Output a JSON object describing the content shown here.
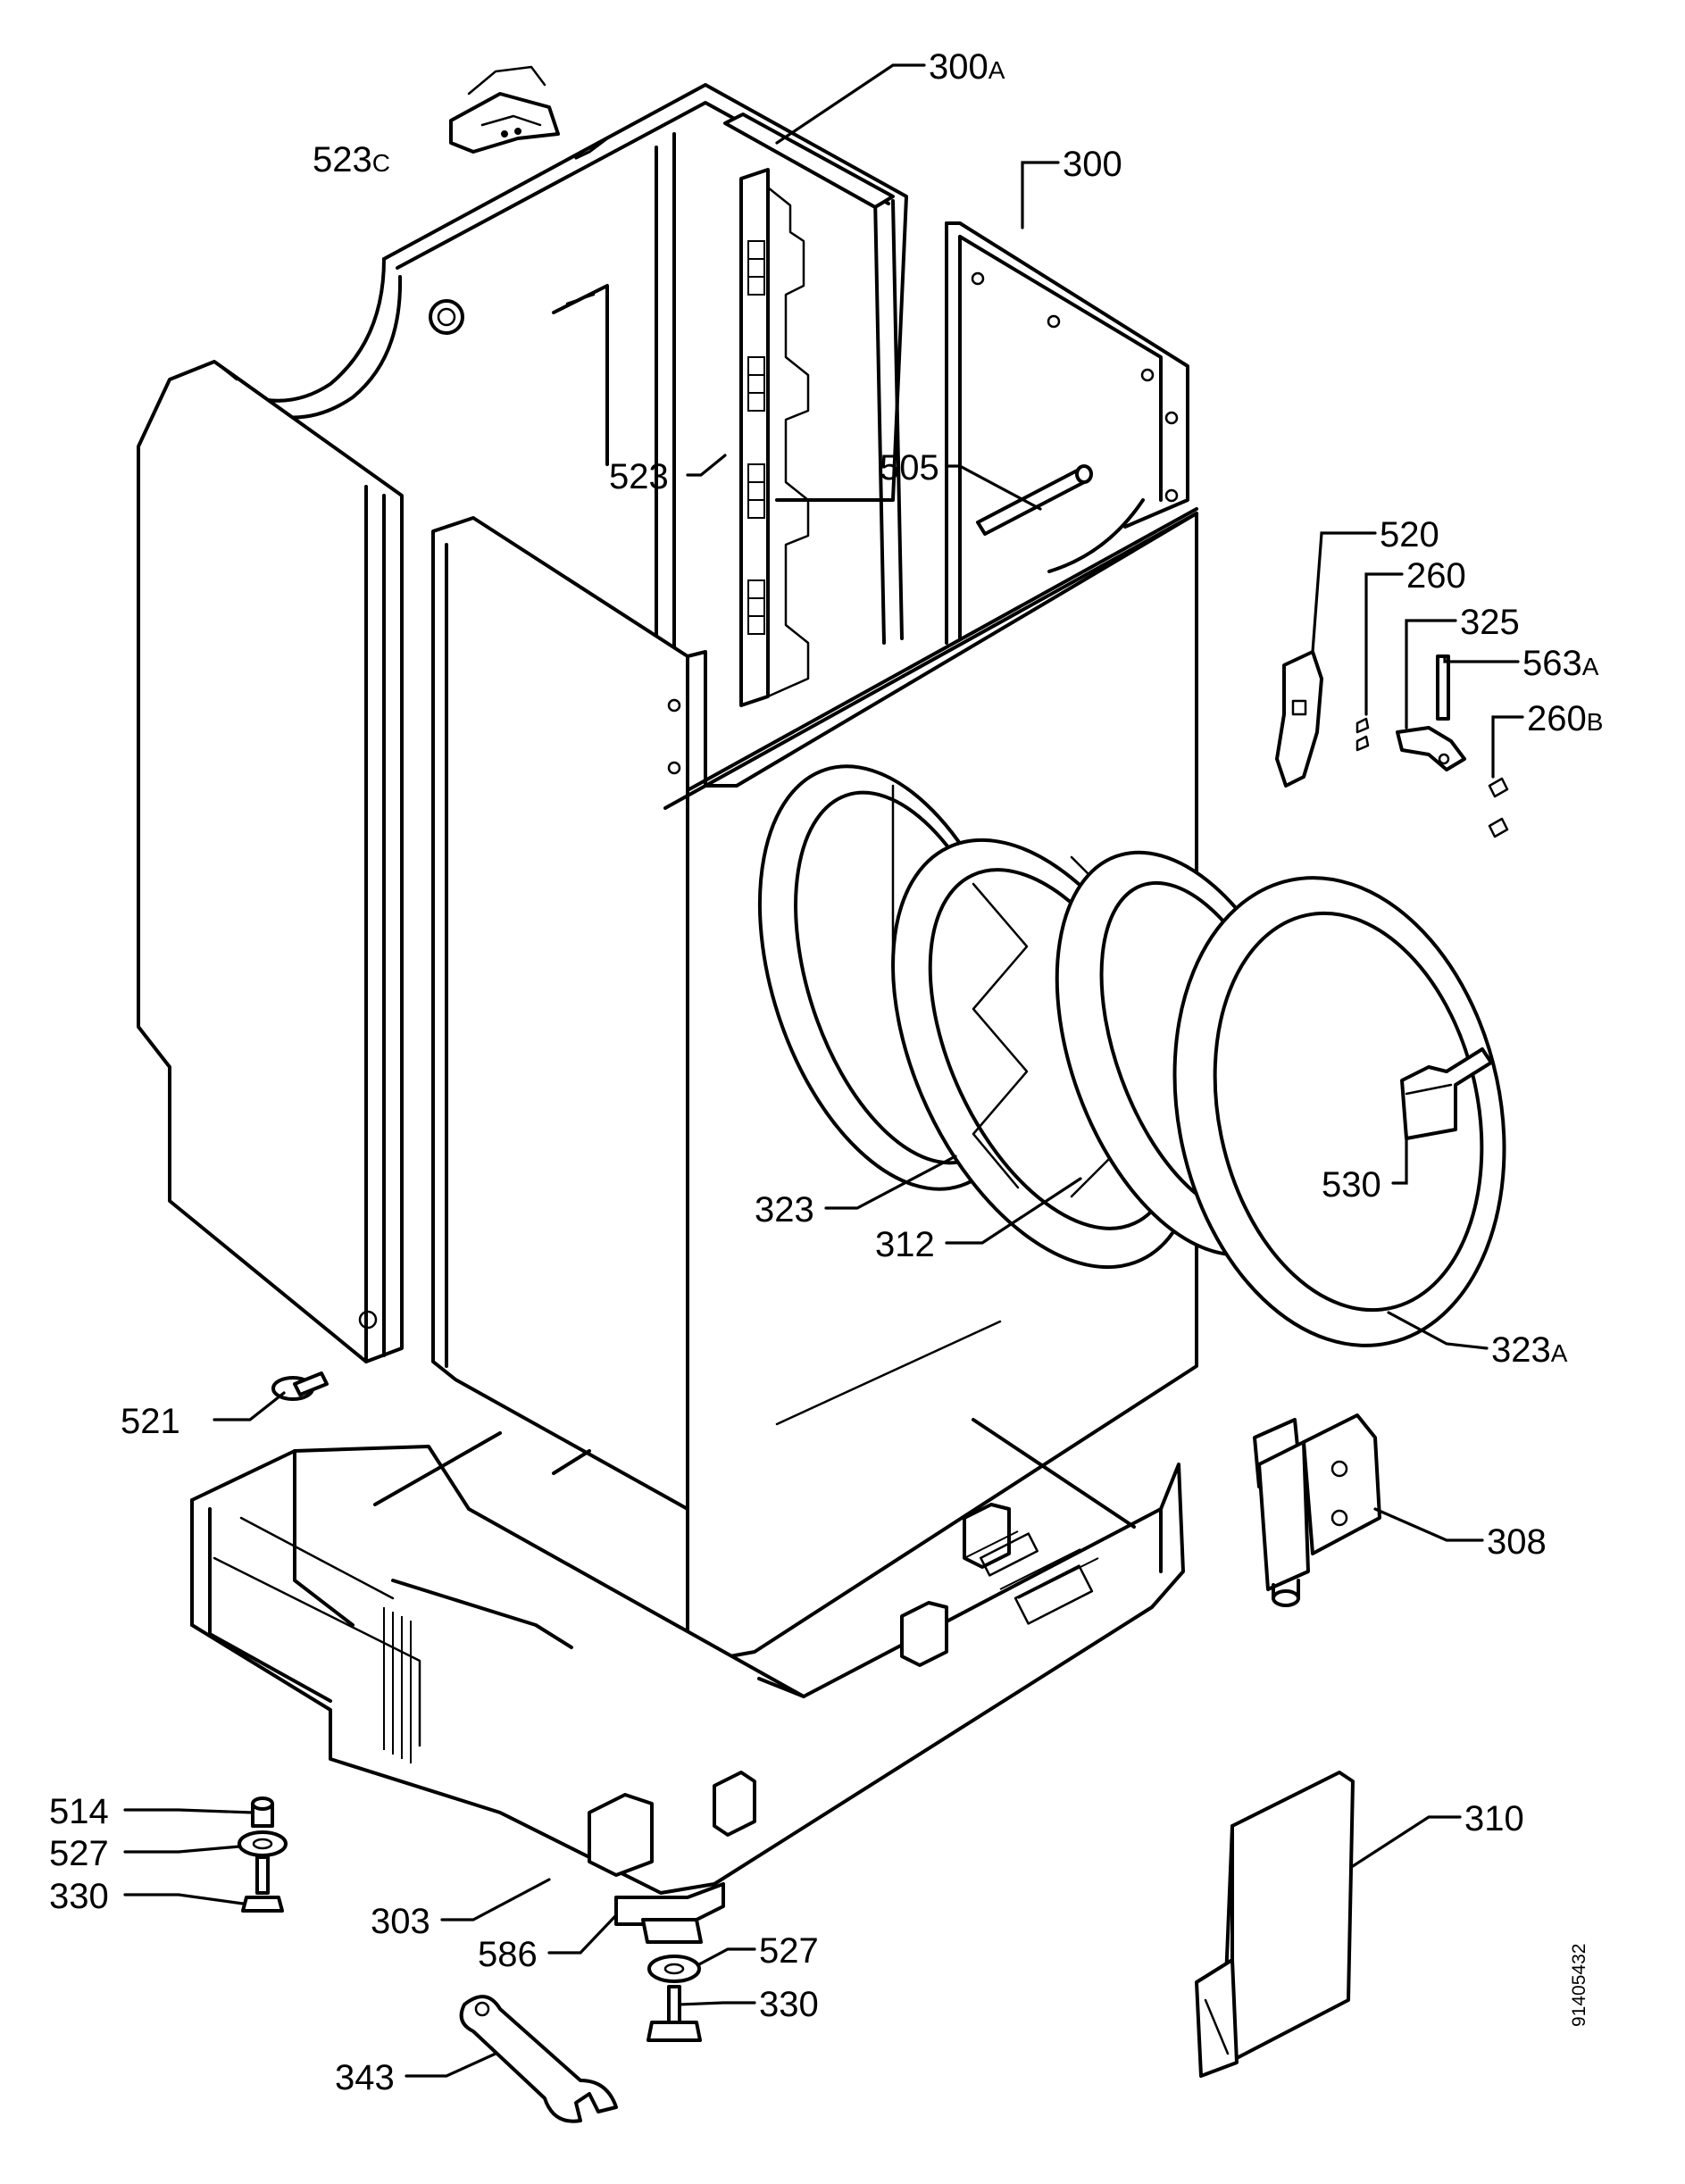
{
  "document_number": "91405432",
  "labels": {
    "l300A": {
      "num": "300",
      "suffix": "A"
    },
    "l523C": {
      "num": "523",
      "suffix": "C"
    },
    "l300": {
      "num": "300",
      "suffix": ""
    },
    "l523": {
      "num": "523",
      "suffix": ""
    },
    "l505": {
      "num": "505",
      "suffix": ""
    },
    "l520": {
      "num": "520",
      "suffix": ""
    },
    "l260": {
      "num": "260",
      "suffix": ""
    },
    "l325": {
      "num": "325",
      "suffix": ""
    },
    "l563A": {
      "num": "563",
      "suffix": "A"
    },
    "l260B": {
      "num": "260",
      "suffix": "B"
    },
    "l530": {
      "num": "530",
      "suffix": ""
    },
    "l323": {
      "num": "323",
      "suffix": ""
    },
    "l312": {
      "num": "312",
      "suffix": ""
    },
    "l323A": {
      "num": "323",
      "suffix": "A"
    },
    "l521": {
      "num": "521",
      "suffix": ""
    },
    "l308": {
      "num": "308",
      "suffix": ""
    },
    "l514": {
      "num": "514",
      "suffix": ""
    },
    "l527a": {
      "num": "527",
      "suffix": ""
    },
    "l330a": {
      "num": "330",
      "suffix": ""
    },
    "l303": {
      "num": "303",
      "suffix": ""
    },
    "l310": {
      "num": "310",
      "suffix": ""
    },
    "l586": {
      "num": "586",
      "suffix": ""
    },
    "l527b": {
      "num": "527",
      "suffix": ""
    },
    "l330b": {
      "num": "330",
      "suffix": ""
    },
    "l343": {
      "num": "343",
      "suffix": ""
    }
  }
}
